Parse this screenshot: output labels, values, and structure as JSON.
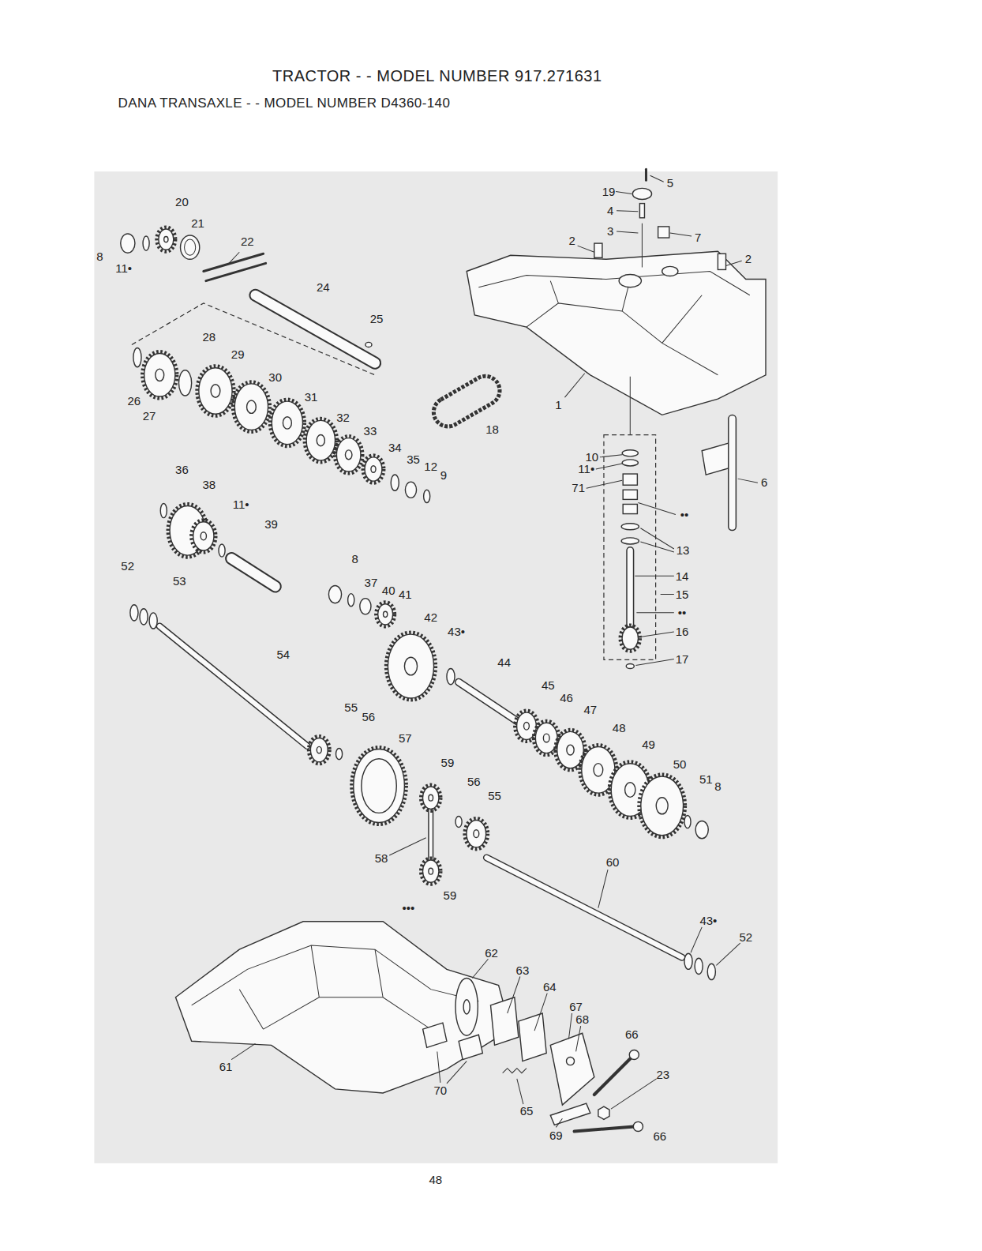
{
  "diagram": {
    "title": "TRACTOR - - MODEL NUMBER 917.271631",
    "labels": [
      "DANA TRANSAXLE - - MODEL NUMBER D4360-140",
      "19",
      "5",
      "4",
      "3",
      "7",
      "2",
      "2",
      "20",
      "21",
      "22",
      "8",
      "11•",
      "24",
      "25",
      "28",
      "29",
      "30",
      "31",
      "26",
      "27",
      "32",
      "1",
      "18",
      "33",
      "34",
      "35",
      "12",
      "9",
      "10",
      "11•",
      "71",
      "6",
      "36",
      "38",
      "11•",
      "••",
      "39",
      "13",
      "52",
      "8",
      "53",
      "37",
      "40",
      "41",
      "14",
      "15",
      "••",
      "42",
      "43•",
      "16",
      "54",
      "17",
      "44",
      "45",
      "46",
      "55",
      "56",
      "47",
      "48",
      "57",
      "49",
      "59",
      "50",
      "51",
      "56",
      "8",
      "55",
      "58",
      "60",
      "59",
      "•••",
      "43•",
      "52",
      "62",
      "63",
      "64",
      "67",
      "68",
      "66",
      "61",
      "23",
      "70",
      "65",
      "69",
      "66",
      "48"
    ]
  }
}
